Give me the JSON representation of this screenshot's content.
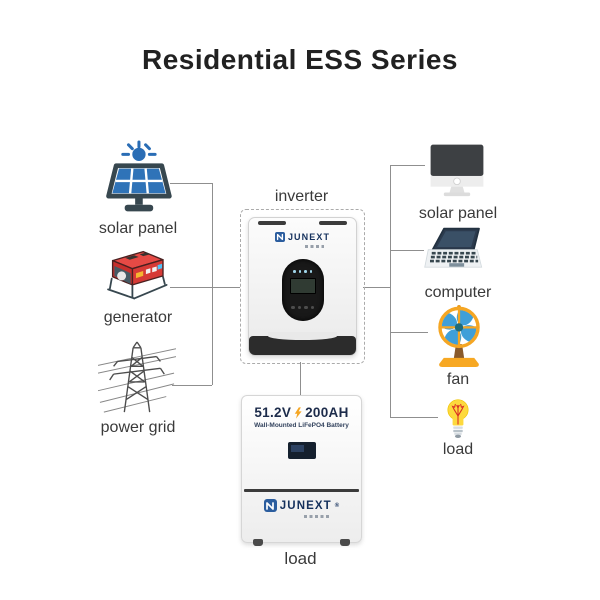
{
  "title": "Residential ESS Series",
  "sources": [
    {
      "label": "solar panel"
    },
    {
      "label": "generator"
    },
    {
      "label": "power grid"
    }
  ],
  "inverter": {
    "caption": "inverter",
    "brand": "JUNEXT"
  },
  "battery": {
    "voltage": "51.2V",
    "capacity": "200AH",
    "subtitle": "Wall-Mounted LiFePO4 Battery",
    "brand": "JUNEXT",
    "reg_mark": "®",
    "caption": "load"
  },
  "loads": [
    {
      "label": "solar panel"
    },
    {
      "label": "computer"
    },
    {
      "label": "fan"
    },
    {
      "label": "load"
    }
  ],
  "colors": {
    "title_ink": "#212121",
    "label_ink": "#3a3a3a",
    "line_gray": "#8f8f8f",
    "panel_blue": "#2f73b8",
    "brand_blue": "#2b5d9e",
    "generator_red": "#d63a36",
    "fan_orange": "#f5a623",
    "fan_blade_blue": "#3f9fd8",
    "bulb_yellow": "#fdd93d",
    "bolt_orange": "#f5a623",
    "spec_navy": "#1c2b4a"
  }
}
